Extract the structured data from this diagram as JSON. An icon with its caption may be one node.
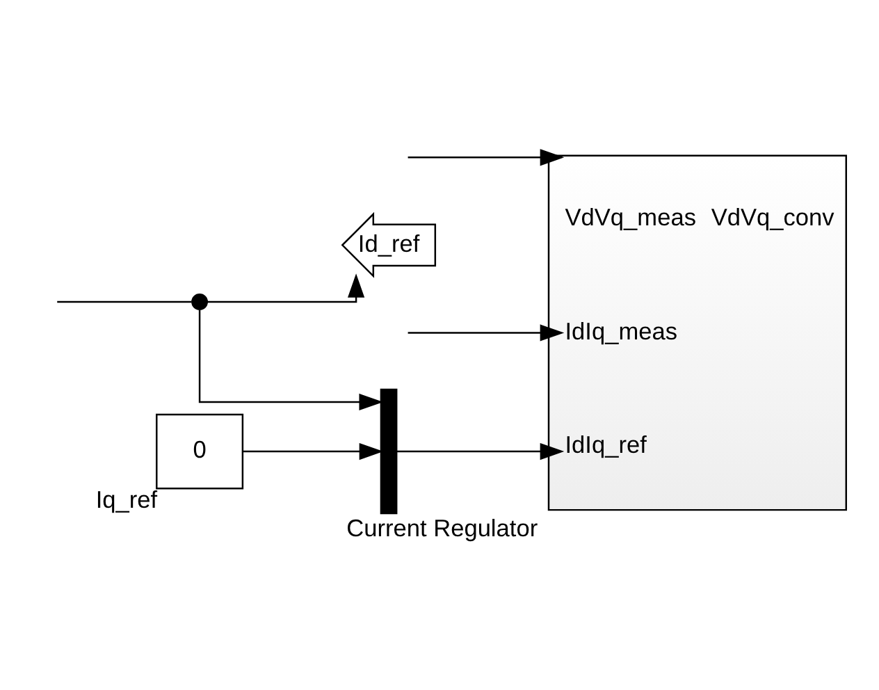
{
  "diagram": {
    "nodes": [
      {
        "text": [
          "VdVq_meas",
          "IdIq_meas",
          "IdIq_ref",
          "VdVq_conv"
        ],
        "beside": [
          "Current Regulator"
        ]
      },
      {
        "text": [],
        "shape": "bar"
      },
      {
        "text": [
          "0"
        ],
        "beside": [
          "Iq_ref"
        ]
      },
      {
        "text": [],
        "shape": "circle"
      },
      {
        "text": [
          "Id_ref"
        ]
      }
    ],
    "edges": [
      {
        "from": null,
        "to": 0,
        "arrow": "to"
      },
      {
        "from": null,
        "to": 0,
        "arrow": "to"
      },
      {
        "from": 3,
        "to": 1,
        "arrow": "to"
      },
      {
        "from": 2,
        "to": 1,
        "arrow": "to"
      },
      {
        "from": 1,
        "to": 0,
        "arrow": "to"
      },
      {
        "from": null,
        "to": 3,
        "arrow": "none"
      },
      {
        "from": 3,
        "to": 4,
        "arrow": "to"
      }
    ]
  }
}
